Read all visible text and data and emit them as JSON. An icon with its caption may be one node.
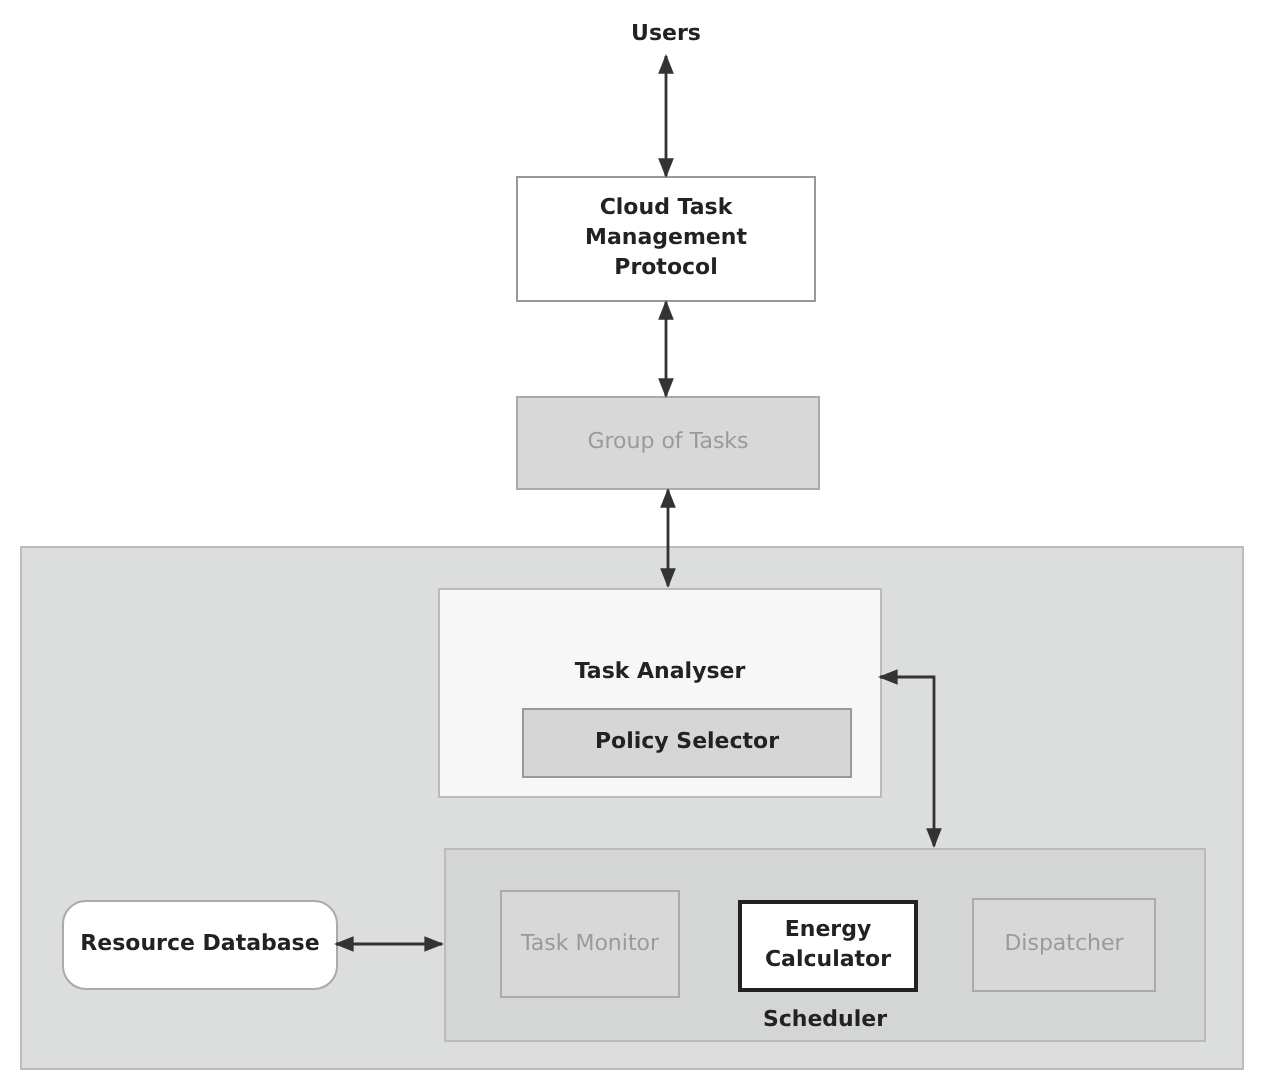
{
  "diagram": {
    "nodes": [
      {
        "text": [
          "Users"
        ]
      },
      {
        "text": [
          "Cloud Task Management Protocol"
        ]
      },
      {
        "text": [
          "Group of Tasks"
        ]
      },
      {
        "text": [],
        "shape": "box"
      },
      {
        "text": [
          "Task Analyser"
        ],
        "in": 3
      },
      {
        "text": [
          "Policy Selector"
        ],
        "in": 4
      },
      {
        "text": [
          "Resource Database"
        ],
        "in": 3
      },
      {
        "text": [
          "Scheduler"
        ],
        "in": 3
      },
      {
        "text": [
          "Task Monitor"
        ],
        "in": 7
      },
      {
        "text": [
          "Energy Calculator"
        ],
        "in": 7
      },
      {
        "text": [
          "Dispatcher"
        ],
        "in": 7
      }
    ],
    "edges": [
      {
        "from": 0,
        "to": 1,
        "arrow": "both"
      },
      {
        "from": 1,
        "to": 2,
        "arrow": "both"
      },
      {
        "from": 2,
        "to": 4,
        "arrow": "both"
      },
      {
        "from": 4,
        "to": 7,
        "arrow": "both"
      },
      {
        "from": 6,
        "to": 7,
        "arrow": "both"
      }
    ]
  }
}
